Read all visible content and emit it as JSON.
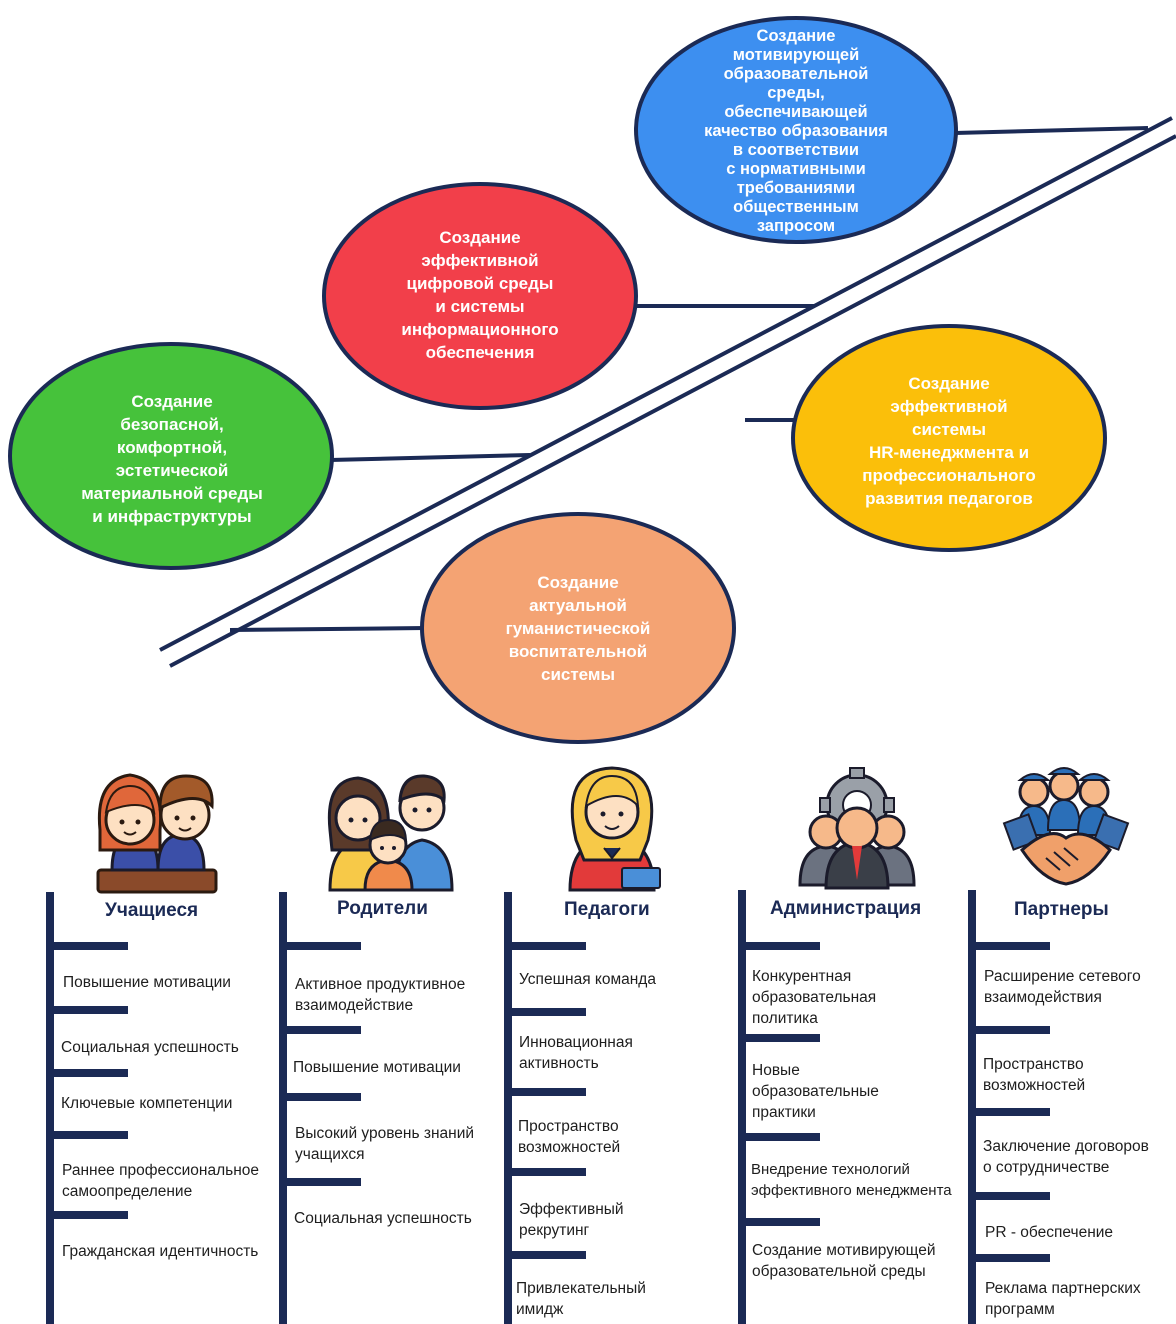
{
  "colors": {
    "navy": "#1b2a55",
    "blue": "#3d8ff0",
    "red": "#f23f4a",
    "green": "#46c23b",
    "orange": "#fbbf0a",
    "salmon": "#f4a373",
    "oval_border": "#1b2a55"
  },
  "goals": {
    "blue": "Создание\nмотивирующей\nобразовательной\nсреды,\nобеспечивающей\nкачество образования\nв соответствии\nс нормативными\nтребованиями\nобщественным\nзапросом",
    "red": "Создание\nэффективной\nцифровой среды\nи системы\nинформационного\nобеспечения",
    "green": "Создание\nбезопасной,\nкомфортной,\nэстетической\nматериальной среды\nи инфраструктуры",
    "orange": "Создание\nэффективной\nсистемы\nHR-менеджмента и\nпрофессионального\nразвития педагогов",
    "salmon": "Создание\nактуальной\nгуманистической\nвоспитательной\nсистемы"
  },
  "groups": [
    {
      "title": "Учащиеся",
      "icon": "students-icon",
      "items": [
        "Повышение мотивации",
        "Социальная успешность",
        "Ключевые компетенции",
        "Раннее профессиональное\nсамоопределение",
        "Гражданская идентичность"
      ]
    },
    {
      "title": "Родители",
      "icon": "family-icon",
      "items": [
        "Активное продуктивное\nвзаимодействие",
        "Повышение мотивации",
        "Высокий уровень знаний\nучащихся",
        "Социальная успешность"
      ]
    },
    {
      "title": "Педагоги",
      "icon": "teacher-icon",
      "items": [
        "Успешная команда",
        "Инновационная\nактивность",
        "Пространство\nвозможностей",
        "Эффективный\nрекрутинг",
        "Привлекательный\nимидж"
      ]
    },
    {
      "title": "Администрация",
      "icon": "administration-icon",
      "items": [
        "Конкурентная\nобразовательная\nполитика",
        "Новые\nобразовательные\nпрактики",
        "Внедрение технологий\nэффективного менеджмента",
        "Создание мотивирующей\nобразовательной среды"
      ]
    },
    {
      "title": "Партнеры",
      "icon": "handshake-icon",
      "items": [
        "Расширение сетевого\nвзаимодействия",
        "Пространство\nвозможностей",
        "Заключение договоров\nо сотрудничестве",
        "PR - обеспечение",
        "Реклама партнерских\nпрограмм"
      ]
    }
  ]
}
